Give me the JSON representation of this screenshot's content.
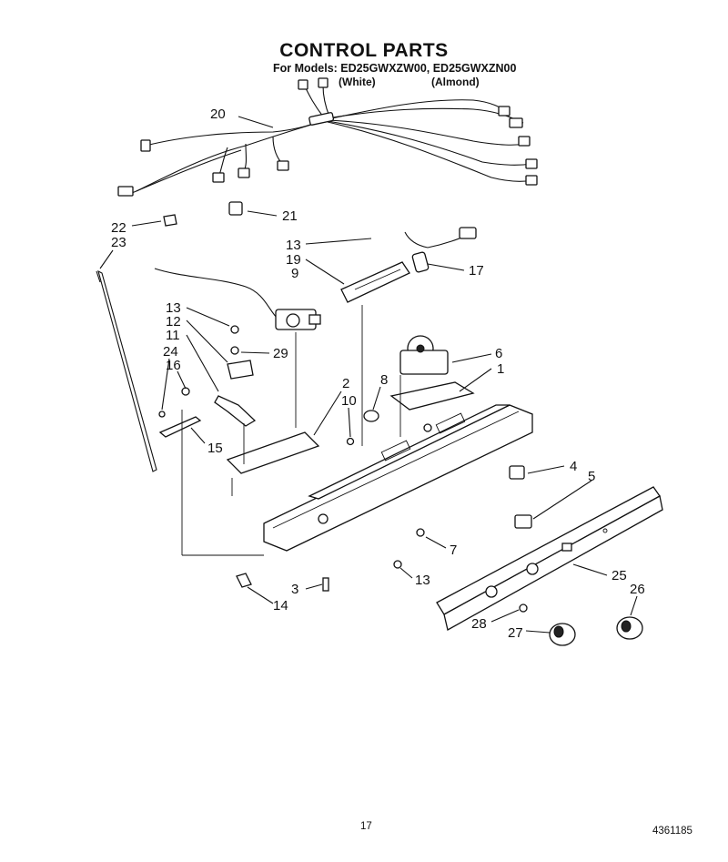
{
  "title": "CONTROL PARTS",
  "models_line": "For Models: ED25GWXZW00, ED25GWXZN00",
  "variants": [
    "(White)",
    "(Almond)"
  ],
  "callouts": {
    "c1": "1",
    "c2": "2",
    "c3": "3",
    "c4": "4",
    "c5": "5",
    "c6": "6",
    "c7": "7",
    "c8": "8",
    "c9": "9",
    "c10": "10",
    "c11": "11",
    "c12": "12",
    "c13a": "13",
    "c13b": "13",
    "c13c": "13",
    "c14": "14",
    "c15": "15",
    "c16": "16",
    "c17": "17",
    "c19": "19",
    "c20": "20",
    "c21": "21",
    "c22": "22",
    "c23": "23",
    "c24": "24",
    "c25": "25",
    "c26": "26",
    "c27": "27",
    "c28": "28",
    "c29": "29"
  },
  "page_number": "17",
  "document_number": "4361185"
}
